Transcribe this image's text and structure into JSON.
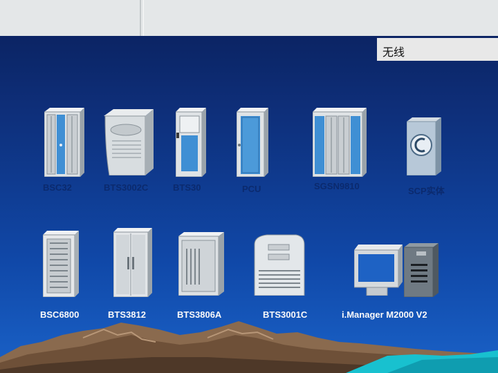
{
  "slide": {
    "title": "无线",
    "colors": {
      "background_top": "#0a1f5a",
      "background_bottom": "#1a62c8",
      "top_bar": "#e4e7e8",
      "label_dark": "#0b2a6e",
      "label_light": "#fafafa"
    }
  },
  "devices_row1": [
    {
      "label": "BSC32"
    },
    {
      "label": "BTS3002C"
    },
    {
      "label": "BTS30"
    },
    {
      "label": "PCU"
    },
    {
      "label": "SGSN9810"
    },
    {
      "label": "SCP实体"
    }
  ],
  "devices_row2": [
    {
      "label": "BSC6800"
    },
    {
      "label": "BTS3812"
    },
    {
      "label": "BTS3806A"
    },
    {
      "label": "BTS3001C"
    },
    {
      "label": "i.Manager  M2000 V2"
    }
  ]
}
